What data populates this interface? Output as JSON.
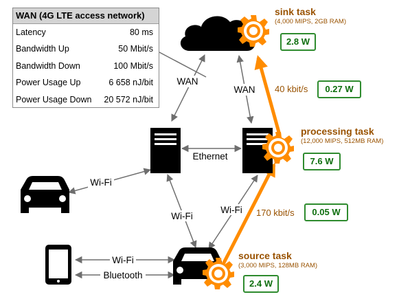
{
  "wan": {
    "title": "WAN (4G LTE access network)",
    "rows": [
      {
        "label": "Latency",
        "value": "80 ms"
      },
      {
        "label": "Bandwidth Up",
        "value": "50 Mbit/s"
      },
      {
        "label": "Bandwidth Down",
        "value": "100 Mbit/s"
      },
      {
        "label": "Power Usage Up",
        "value": "6 658 nJ/bit"
      },
      {
        "label": "Power Usage Down",
        "value": "20 572 nJ/bit"
      }
    ]
  },
  "tasks": {
    "sink": {
      "name": "sink task",
      "spec": "(4,000 MIPS, 2GB RAM)",
      "power": "2.8 W"
    },
    "processing": {
      "name": "processing task",
      "spec": "(12,000 MIPS, 512MB RAM)",
      "power": "7.6 W"
    },
    "source": {
      "name": "source task",
      "spec": "(3,000 MIPS, 128MB RAM)",
      "power": "2.4 W"
    }
  },
  "flows": {
    "upper": {
      "rate": "40 kbit/s",
      "power": "0.27 W"
    },
    "lower": {
      "rate": "170 kbit/s",
      "power": "0.05 W"
    }
  },
  "links": {
    "wan_left": "WAN",
    "wan_right": "WAN",
    "ethernet": "Ethernet",
    "wifi_car": "Wi-Fi",
    "wifi_server_left": "Wi-Fi",
    "wifi_server_right": "Wi-Fi",
    "wifi_phone": "Wi-Fi",
    "bluetooth": "Bluetooth"
  },
  "colors": {
    "task_orange": "#ff8c00",
    "task_text": "#995200",
    "power_green": "#2e8b2e",
    "link_gray": "#6e6e6e"
  }
}
